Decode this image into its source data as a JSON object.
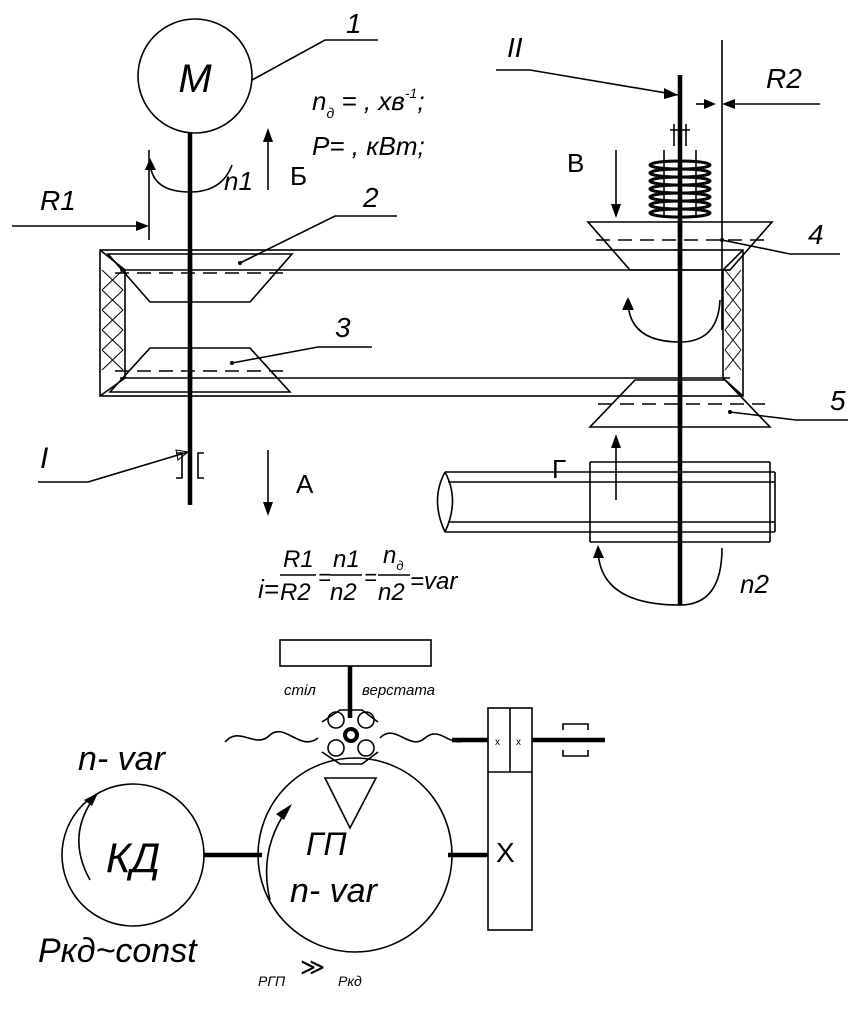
{
  "top_diagram": {
    "motor_label": "M",
    "callouts": [
      "1",
      "2",
      "3",
      "4",
      "5"
    ],
    "shaft_I": "I",
    "shaft_II": "II",
    "n_motor_line": {
      "n": "n",
      "sub": "д",
      "rest": " = , хв",
      "sup": "-1",
      "end": ";"
    },
    "power_line": "P= , кВт;",
    "R1": "R1",
    "R2": "R2",
    "n1": "n1",
    "n2": "n2",
    "dir_B": "Б",
    "dir_A": "А",
    "dir_V": "В",
    "dir_G": "Г",
    "formula": {
      "i": "i=",
      "f1_num": "R1",
      "f1_den": "R2",
      "f2_num": "n1",
      "f2_den": "n2",
      "f3_num": "n",
      "f3_num_sub": "д",
      "f3_den": "n2",
      "end": "=var",
      "eq": "="
    }
  },
  "bottom_diagram": {
    "table_label": "стіл",
    "machine_label": "верстата",
    "n_var_left": "n- var",
    "motor_label": "КД",
    "transmission_label": "ГП",
    "n_var_center": "n- var",
    "gear_label": "X",
    "small_x_1": "x",
    "small_x_2": "x",
    "p_const": "Ркд~const",
    "p_rgp": "РГП",
    "much_greater": "≫",
    "p_rkd": "Ркд"
  }
}
